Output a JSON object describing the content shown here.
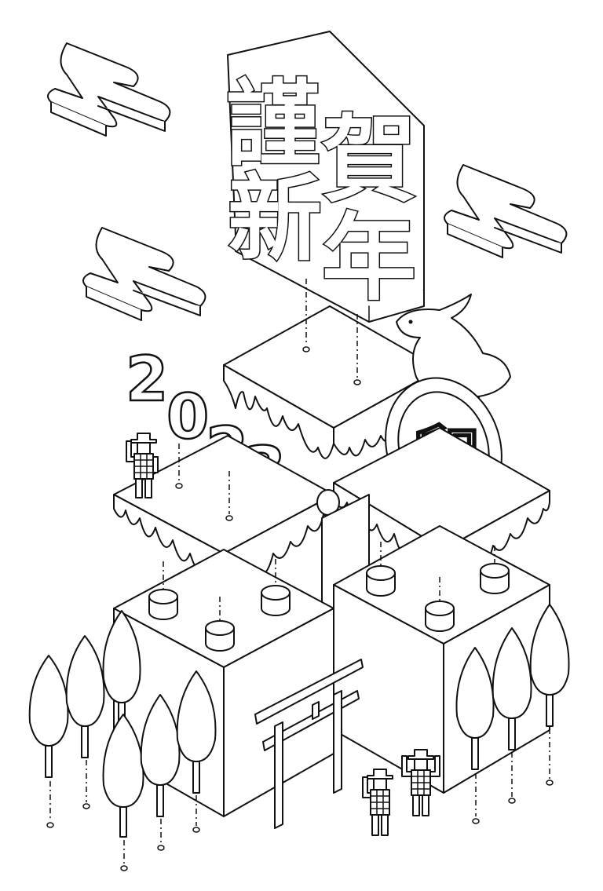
{
  "title_chars": [
    "謹",
    "賀",
    "新",
    "年"
  ],
  "year_digits": [
    "2",
    "0",
    "2",
    "3"
  ],
  "badge_char": "卯",
  "colors": {
    "line": "#111111",
    "fill": "#ffffff"
  },
  "icons": [
    "cloud-icon",
    "rabbit-icon",
    "torii-gate-icon",
    "tree-icon",
    "pixel-person-icon"
  ]
}
